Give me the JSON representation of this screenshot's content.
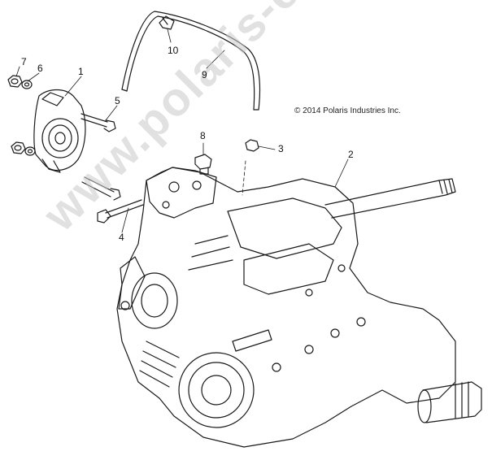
{
  "copyright": "© 2014 Polaris Industries Inc.",
  "watermark": "www.polaris-ersatzteile.de",
  "callouts": [
    {
      "id": "1",
      "label": "1"
    },
    {
      "id": "2",
      "label": "2"
    },
    {
      "id": "3",
      "label": "3"
    },
    {
      "id": "4",
      "label": "4"
    },
    {
      "id": "5",
      "label": "5"
    },
    {
      "id": "6",
      "label": "6"
    },
    {
      "id": "7",
      "label": "7"
    },
    {
      "id": "8",
      "label": "8"
    },
    {
      "id": "9",
      "label": "9"
    },
    {
      "id": "10",
      "label": "10"
    }
  ],
  "colors": {
    "line": "#1a1a1a",
    "watermark": "#c8c8c8",
    "background": "#ffffff"
  }
}
